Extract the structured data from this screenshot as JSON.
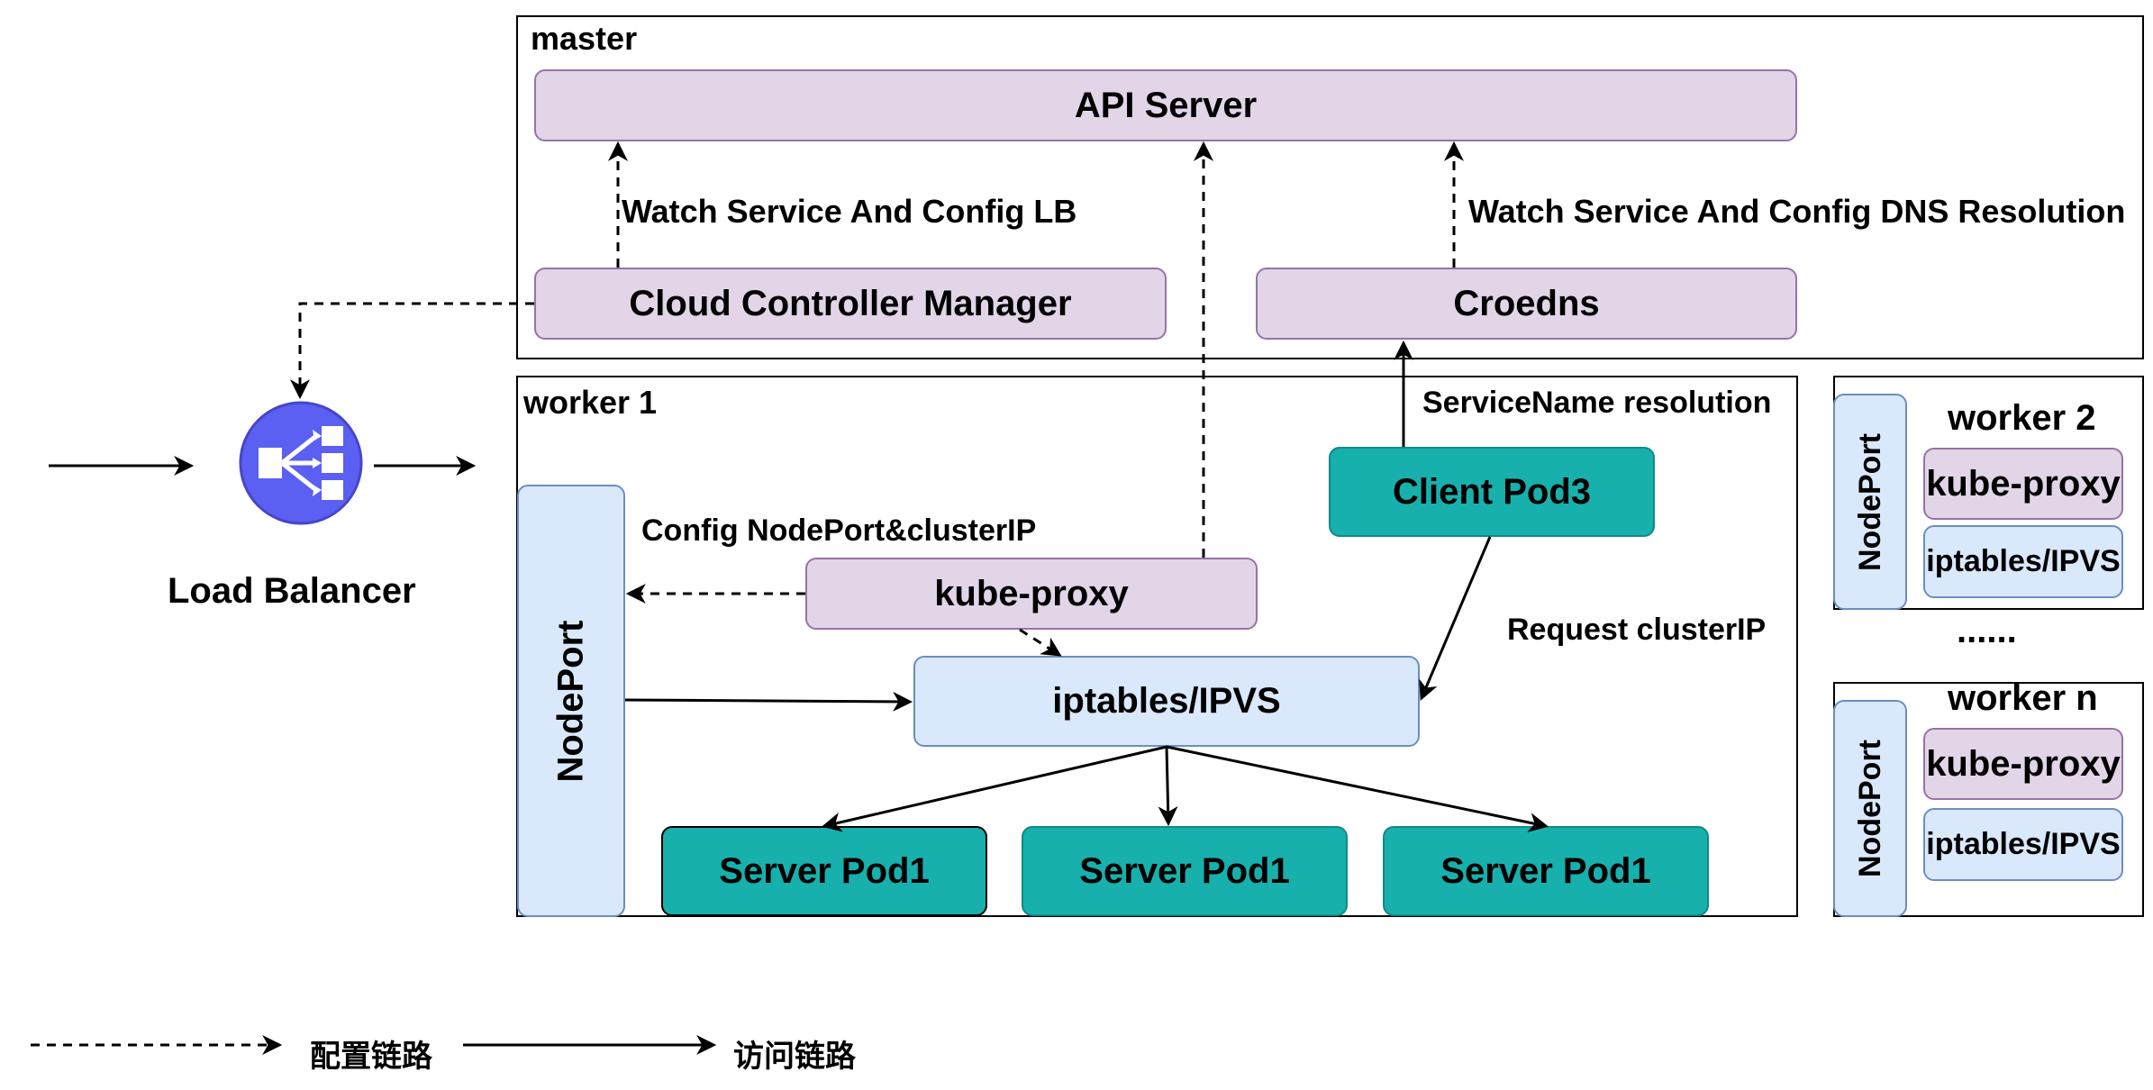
{
  "master": {
    "title": "master",
    "api_server": "API Server",
    "cloud_controller": "Cloud Controller Manager",
    "coredns": "Croedns",
    "watch_lb": "Watch Service And Config LB",
    "watch_dns": "Watch Service And Config DNS Resolution"
  },
  "load_balancer": {
    "label": "Load Balancer",
    "icon": "load-balancer-icon",
    "color": "#5b5ff2"
  },
  "worker1": {
    "title": "worker 1",
    "nodeport": "NodePort",
    "kube_proxy": "kube-proxy",
    "iptables": "iptables/IPVS",
    "client_pod": "Client Pod3",
    "servicename_resolution": "ServiceName resolution",
    "config_nodeport": "Config NodePort&clusterIP",
    "request_clusterip": "Request clusterIP",
    "server_pods": [
      "Server Pod1",
      "Server Pod1",
      "Server Pod1"
    ]
  },
  "worker2": {
    "title": "worker 2",
    "nodeport": "NodePort",
    "kube_proxy": "kube-proxy",
    "iptables": "iptables/IPVS"
  },
  "ellipsis": "......",
  "workern": {
    "title": "worker n",
    "nodeport": "NodePort",
    "kube_proxy": "kube-proxy",
    "iptables": "iptables/IPVS"
  },
  "legend": {
    "config_link": "配置链路",
    "access_link": "访问链路"
  },
  "colors": {
    "lilac_fill": "#e1d5e7",
    "lilac_stroke": "#9673a6",
    "blue_fill": "#dae8fc",
    "blue_stroke": "#6c8ebf",
    "teal_fill": "#17b0ac"
  }
}
